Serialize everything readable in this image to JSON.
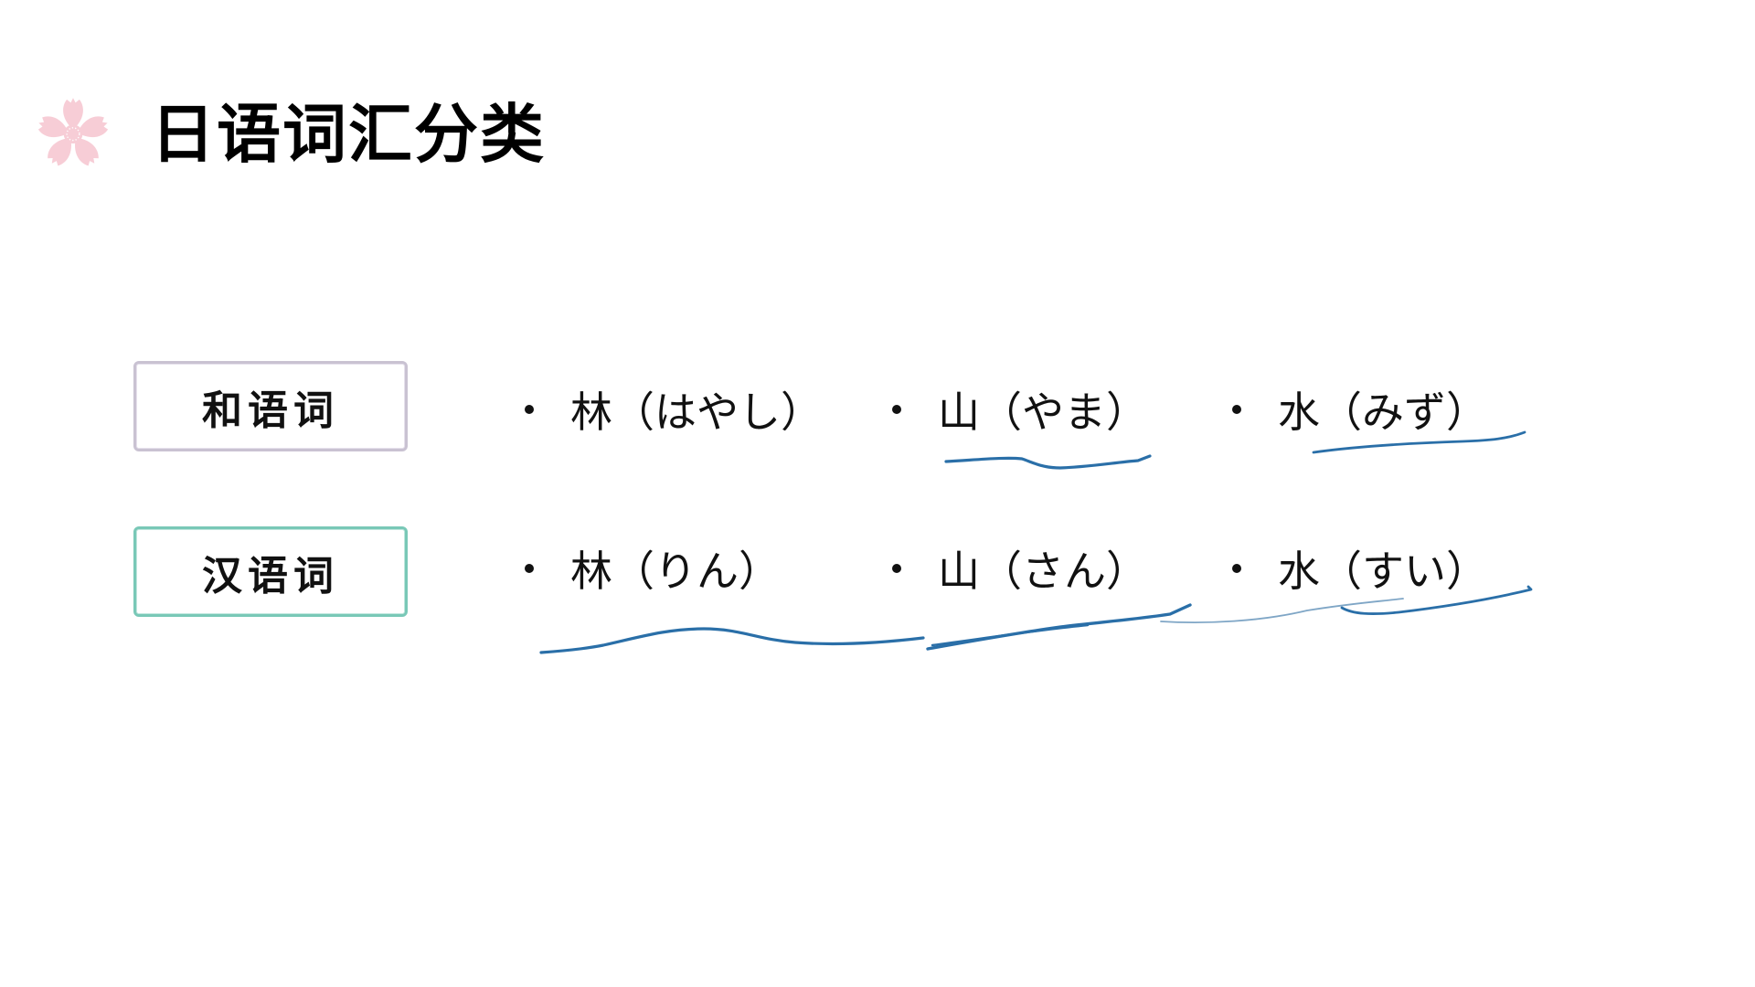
{
  "slide": {
    "title": "日语词汇分类",
    "icon": "sakura-blossom-icon",
    "colors": {
      "blossom": "#f7cdd6",
      "wago_border": "#c9c2d2",
      "kango_border": "#79c8b7",
      "ink": "#2a6fa8",
      "text": "#111111"
    }
  },
  "categories": [
    {
      "label": "和语词",
      "items": [
        {
          "kanji": "林",
          "reading": "（はやし）",
          "text": "林（はやし）"
        },
        {
          "kanji": "山",
          "reading": "（やま）",
          "text": "山（やま）"
        },
        {
          "kanji": "水",
          "reading": "（みず）",
          "text": "水（みず）"
        }
      ]
    },
    {
      "label": "汉语词",
      "items": [
        {
          "kanji": "林",
          "reading": "（りん）",
          "text": "林（りん）"
        },
        {
          "kanji": "山",
          "reading": "（さん）",
          "text": "山（さん）"
        },
        {
          "kanji": "水",
          "reading": "（すい）",
          "text": "水（すい）"
        }
      ]
    }
  ],
  "annotations": {
    "type": "handwritten-underlines",
    "count": 6
  }
}
